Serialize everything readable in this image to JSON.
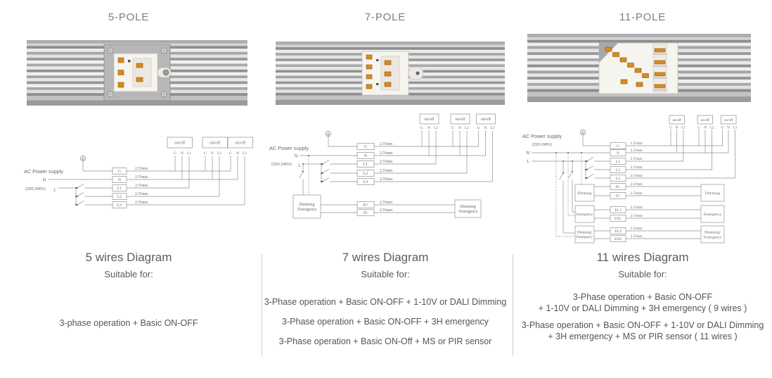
{
  "page": {
    "background": "#ffffff",
    "divider_color": "#cccccc",
    "accent_contact_color": "#d98a1f"
  },
  "columns": [
    {
      "title": "5-POLE",
      "photo": "5-pole track connector",
      "diagram": {
        "ac_label": "AC Power supply",
        "voltage": "(220-240V)",
        "neutral_label": "N",
        "live_label": "L",
        "ground_icon": "earth-ground-icon",
        "wires": [
          {
            "label": "G",
            "size": "2.5²mm"
          },
          {
            "label": "N",
            "size": "2.5²mm"
          },
          {
            "label": "L1",
            "size": "2.5²mm"
          },
          {
            "label": "L2",
            "size": "2.5²mm"
          },
          {
            "label": "L3",
            "size": "2.5²mm"
          }
        ],
        "onoff_boxes": [
          {
            "label": "on/off",
            "terminals": [
              "G",
              "N",
              "L1"
            ]
          },
          {
            "label": "on/off",
            "terminals": [
              "G",
              "N",
              "L2"
            ]
          },
          {
            "label": "on/off",
            "terminals": [
              "G",
              "N",
              "L3"
            ]
          }
        ],
        "aux_boxes": []
      },
      "heading": "5 wires Diagram",
      "suitable_label": "Suitable for:",
      "options": [
        "3-phase operation + Basic ON-OFF"
      ]
    },
    {
      "title": "7-POLE",
      "photo": "7-pole track connector",
      "diagram": {
        "ac_label": "AC Power supply",
        "voltage": "(220-240V)",
        "neutral_label": "N",
        "live_label": "L",
        "ground_icon": "earth-ground-icon",
        "wires": [
          {
            "label": "G",
            "size": "2.5²mm"
          },
          {
            "label": "N",
            "size": "2.5²mm"
          },
          {
            "label": "L1",
            "size": "2.5²mm"
          },
          {
            "label": "L2",
            "size": "2.5²mm"
          },
          {
            "label": "L3",
            "size": "2.5²mm"
          }
        ],
        "onoff_boxes": [
          {
            "label": "on/off",
            "terminals": [
              "G",
              "N",
              "L1"
            ]
          },
          {
            "label": "on/off",
            "terminals": [
              "G",
              "N",
              "L2"
            ]
          },
          {
            "label": "on/off",
            "terminals": [
              "G",
              "N",
              "L3"
            ]
          }
        ],
        "aux_boxes": [
          {
            "left": "Dimming\n/Emergency",
            "right": "Dimming\n/Emergency",
            "wires": [
              {
                "label": "D+",
                "size": "2.5²mm"
              },
              {
                "label": "D-",
                "size": "2.5²mm"
              }
            ]
          }
        ]
      },
      "heading": "7 wires Diagram",
      "suitable_label": "Suitable for:",
      "options": [
        "3-Phase operation + Basic ON-OFF + 1-10V or DALI Dimming",
        "3-Phase operation + Basic ON-OFF + 3H emergency",
        "3-Phase operation + Basic ON-Off + MS or PIR sensor"
      ]
    },
    {
      "title": "11-POLE",
      "photo": "11-pole track connector",
      "diagram": {
        "ac_label": "AC Power supply",
        "voltage": "(220-240V)",
        "neutral_label": "N",
        "live_label": "L",
        "ground_icon": "earth-ground-icon",
        "wires": [
          {
            "label": "G",
            "size": "1.5²mm"
          },
          {
            "label": "N",
            "size": "2.5²mm"
          },
          {
            "label": "L1",
            "size": "2.5²mm"
          },
          {
            "label": "L2",
            "size": "2.5²mm"
          },
          {
            "label": "L3",
            "size": "2.5²mm"
          }
        ],
        "onoff_boxes": [
          {
            "label": "on/off",
            "terminals": [
              "G",
              "N",
              "L1"
            ]
          },
          {
            "label": "on/off",
            "terminals": [
              "G",
              "N",
              "L2"
            ]
          },
          {
            "label": "on/off",
            "terminals": [
              "G",
              "N",
              "L3"
            ]
          }
        ],
        "aux_boxes": [
          {
            "left": "Dimming",
            "right": "Dimming",
            "wires": [
              {
                "label": "D+",
                "size": "2.5²mm"
              },
              {
                "label": "D-",
                "size": "2.5²mm"
              }
            ]
          },
          {
            "left": "Emergency",
            "right": "Emergency",
            "wires": [
              {
                "label": "EL1",
                "size": "2.5²mm"
              },
              {
                "label": "EN1",
                "size": "2.5²mm"
              }
            ]
          },
          {
            "left": "Dimming/\nEmergency",
            "right": "Dimming/\nEmergency",
            "wires": [
              {
                "label": "EL2",
                "size": "2.5²mm"
              },
              {
                "label": "EN2",
                "size": "2.5²mm"
              }
            ]
          }
        ]
      },
      "heading": "11 wires Diagram",
      "suitable_label": "Suitable for:",
      "options": [
        "3-Phase operation + Basic ON-OFF\n+ 1-10V or DALI Dimming + 3H emergency ( 9 wires )",
        "3-Phase operation + Basic ON-OFF + 1-10V or DALI Dimming\n+ 3H emergency + MS or PIR sensor ( 11 wires )"
      ]
    }
  ]
}
